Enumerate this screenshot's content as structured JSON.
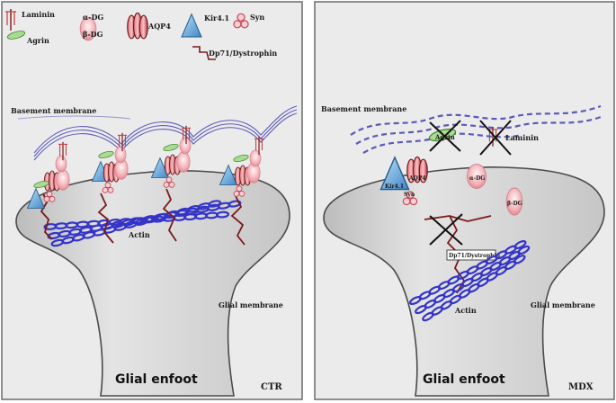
{
  "legend": {
    "laminin": "Laminin",
    "agrin": "Agrin",
    "alpha_dg": "α-DG",
    "beta_dg": "β-DG",
    "aqp4": "AQP4",
    "kir41": "Kir4.1",
    "syn": "Syn",
    "dp71": "Dp71/Dystrophin"
  },
  "ctr": {
    "basement_membrane": "Basement membrane",
    "actin": "Actin",
    "glial_membrane": "Glial membrane",
    "glial_enfoot": "Glial enfoot",
    "condition": "CTR"
  },
  "mdx": {
    "basement_membrane": "Basement membrane",
    "agrin": "Agrin",
    "laminin": "Laminin",
    "kir41": "Kir4.1",
    "aqp4": "AQP4",
    "syn": "Syn",
    "alpha_dg": "α-DG",
    "beta_dg": "β-DG",
    "dp71": "Dp71/Dystrophin",
    "actin": "Actin",
    "glial_membrane": "Glial membrane",
    "glial_enfoot": "Glial enfoot",
    "condition": "MDX"
  },
  "colors": {
    "panel_bg": "#ededed",
    "enfoot": "#c9c9c9",
    "membrane_blue": "#5a5ab8",
    "actin": "#3434c8",
    "dp71": "#7a1a1a",
    "aqp4": "#c0404a",
    "dg_pink": "#f2b8bc",
    "kir": "#6aa8dc",
    "agrin": "#9fd48a"
  }
}
